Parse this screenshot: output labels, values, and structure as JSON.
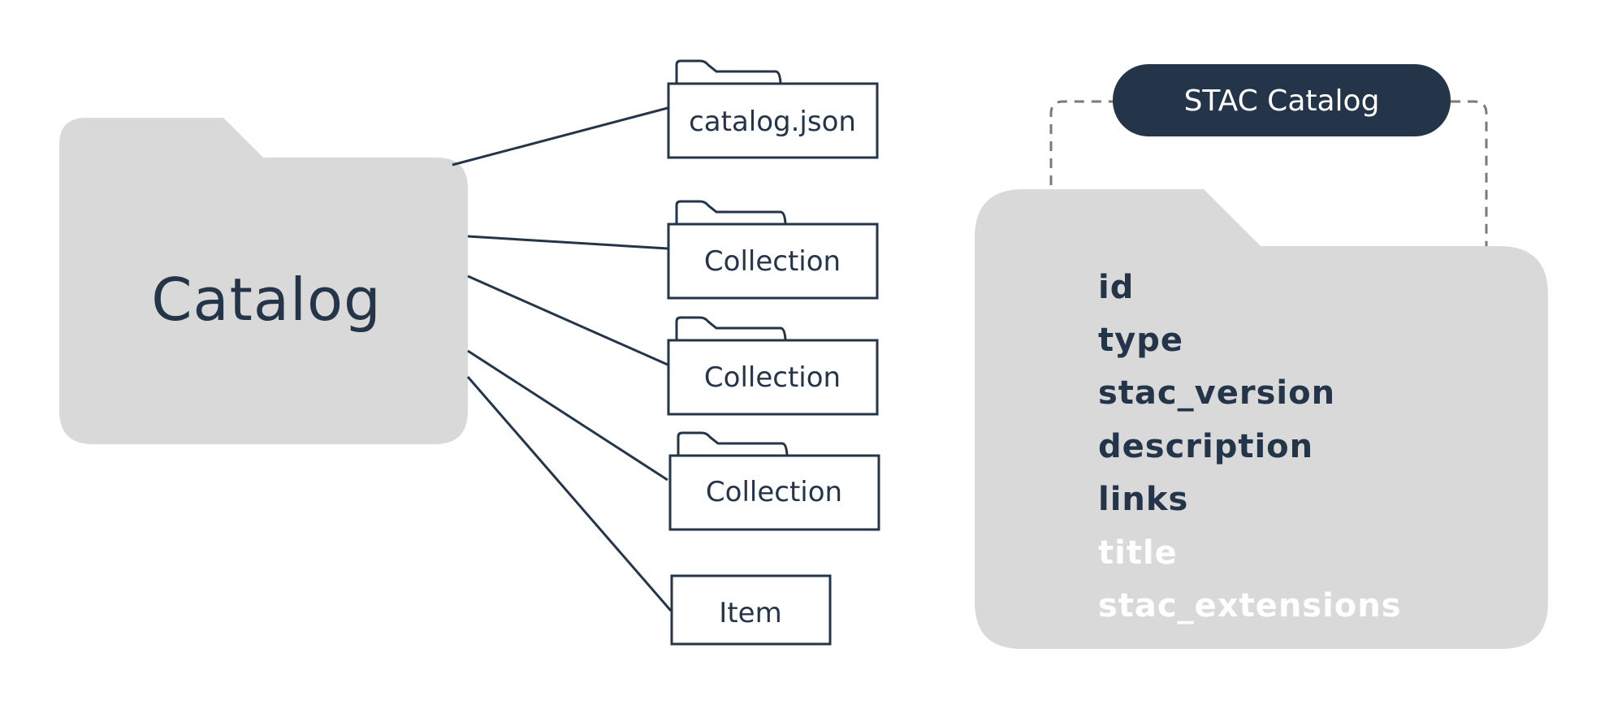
{
  "catalog_folder": {
    "label": "Catalog"
  },
  "children": [
    {
      "label": "catalog.json"
    },
    {
      "label": "Collection"
    },
    {
      "label": "Collection"
    },
    {
      "label": "Collection"
    },
    {
      "label": "Item"
    }
  ],
  "stac_card": {
    "title": "STAC Catalog",
    "fields": [
      {
        "name": "id",
        "required": true
      },
      {
        "name": "type",
        "required": true
      },
      {
        "name": "stac_version",
        "required": true
      },
      {
        "name": "description",
        "required": true
      },
      {
        "name": "links",
        "required": true
      },
      {
        "name": "title",
        "required": false
      },
      {
        "name": "stac_extensions",
        "required": false
      }
    ]
  },
  "colors": {
    "navy": "#24354a",
    "folder_gray": "#d9d9d9",
    "dash_gray": "#7a7a7a",
    "optional_text": "#ffffff"
  }
}
